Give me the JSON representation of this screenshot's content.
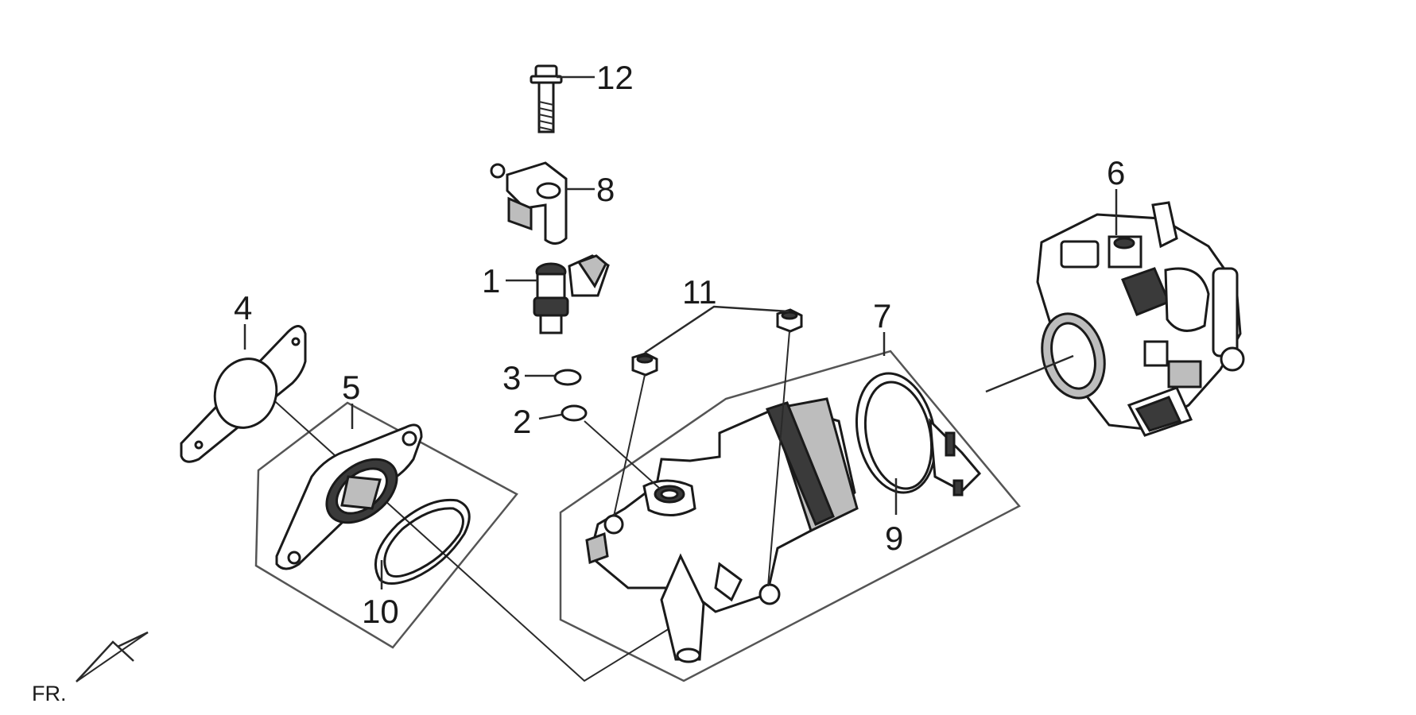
{
  "callouts": [
    {
      "label": "1"
    },
    {
      "label": "2"
    },
    {
      "label": "3"
    },
    {
      "label": "4"
    },
    {
      "label": "5"
    },
    {
      "label": "6"
    },
    {
      "label": "7"
    },
    {
      "label": "8"
    },
    {
      "label": "9"
    },
    {
      "label": "10"
    },
    {
      "label": "11"
    },
    {
      "label": "12"
    }
  ],
  "direction_indicator": {
    "label": "FR."
  }
}
